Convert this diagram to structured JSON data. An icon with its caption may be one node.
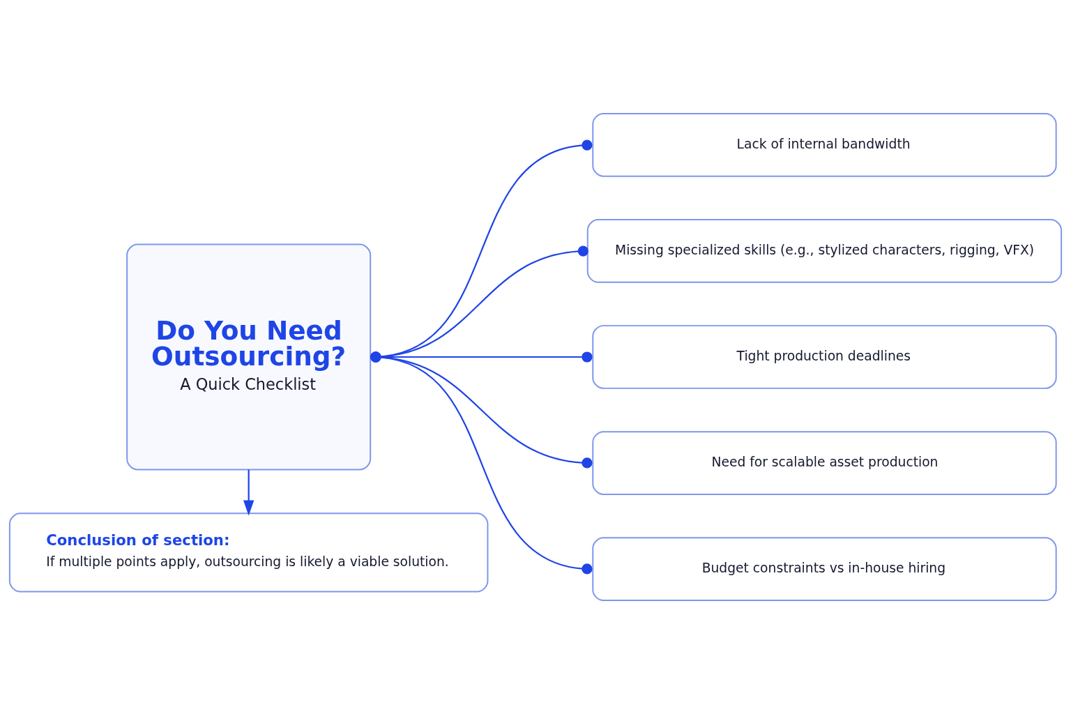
{
  "diagram": {
    "nodes": [
      {
        "text": [
          "Do You Need Outsourcing?",
          "A Quick Checklist"
        ]
      },
      {
        "text": [
          "Lack of internal bandwidth"
        ]
      },
      {
        "text": [
          "Missing specialized skills (e.g., stylized characters, rigging, VFX)"
        ]
      },
      {
        "text": [
          "Tight production deadlines"
        ]
      },
      {
        "text": [
          "Need for scalable asset production"
        ]
      },
      {
        "text": [
          "Budget constraints vs in-house hiring"
        ]
      },
      {
        "text": [
          "Conclusion of section:",
          "If multiple points apply, outsourcing is likely a viable solution."
        ]
      }
    ],
    "edges": [
      {
        "from": 0,
        "to": 1,
        "arrow": "other"
      },
      {
        "from": 0,
        "to": 2,
        "arrow": "other"
      },
      {
        "from": 0,
        "to": 3,
        "arrow": "other"
      },
      {
        "from": 0,
        "to": 4,
        "arrow": "other"
      },
      {
        "from": 0,
        "to": 5,
        "arrow": "other"
      },
      {
        "from": 0,
        "to": 6,
        "arrow": "to"
      }
    ]
  }
}
